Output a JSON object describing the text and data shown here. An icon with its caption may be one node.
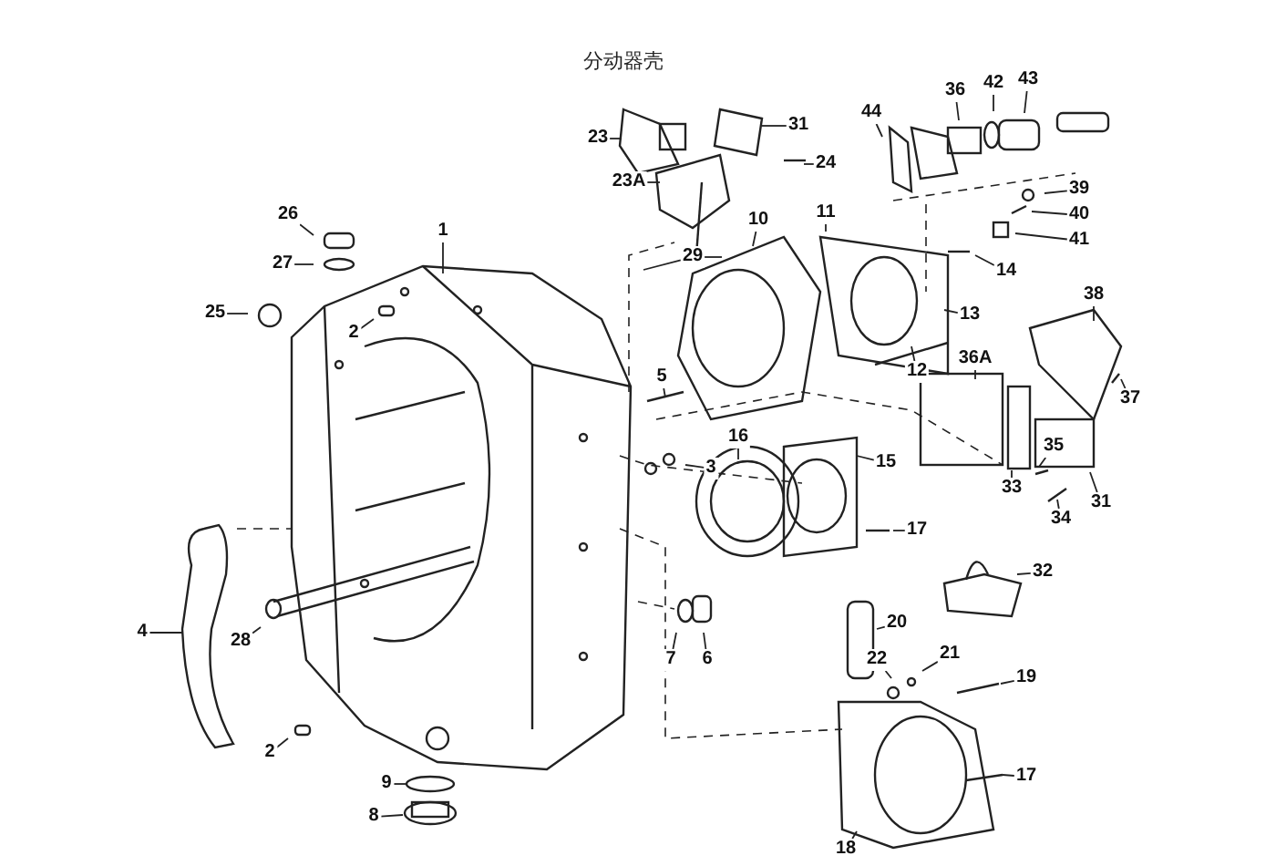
{
  "diagram": {
    "title": "分动器壳",
    "nodes": [
      {
        "text": [
          "43"
        ]
      },
      {
        "text": [
          "42"
        ]
      },
      {
        "text": [
          "36"
        ]
      },
      {
        "text": [
          "44"
        ]
      },
      {
        "text": [
          "31"
        ]
      },
      {
        "text": [
          "23"
        ]
      },
      {
        "text": [
          "24"
        ]
      },
      {
        "text": [
          "23A"
        ]
      },
      {
        "text": [
          "39"
        ]
      },
      {
        "text": [
          "40"
        ]
      },
      {
        "text": [
          "11"
        ]
      },
      {
        "text": [
          "26"
        ]
      },
      {
        "text": [
          "10"
        ]
      },
      {
        "text": [
          "41"
        ]
      },
      {
        "text": [
          "1"
        ]
      },
      {
        "text": [
          "14"
        ]
      },
      {
        "text": [
          "29"
        ]
      },
      {
        "text": [
          "27"
        ]
      },
      {
        "text": [
          "38"
        ]
      },
      {
        "text": [
          "25"
        ]
      },
      {
        "text": [
          "13"
        ]
      },
      {
        "text": [
          "2"
        ]
      },
      {
        "text": [
          "36A"
        ]
      },
      {
        "text": [
          "12"
        ]
      },
      {
        "text": [
          "5"
        ]
      },
      {
        "text": [
          "37"
        ]
      },
      {
        "text": [
          "16"
        ]
      },
      {
        "text": [
          "3"
        ]
      },
      {
        "text": [
          "15"
        ]
      },
      {
        "text": [
          "35"
        ]
      },
      {
        "text": [
          "33"
        ]
      },
      {
        "text": [
          "31"
        ]
      },
      {
        "text": [
          "34"
        ]
      },
      {
        "text": [
          "17"
        ]
      },
      {
        "text": [
          "32"
        ]
      },
      {
        "text": [
          "20"
        ]
      },
      {
        "text": [
          "28"
        ]
      },
      {
        "text": [
          "6"
        ]
      },
      {
        "text": [
          "4"
        ]
      },
      {
        "text": [
          "7"
        ]
      },
      {
        "text": [
          "21"
        ]
      },
      {
        "text": [
          "22"
        ]
      },
      {
        "text": [
          "19"
        ]
      },
      {
        "text": [
          "2"
        ]
      },
      {
        "text": [
          "17"
        ]
      },
      {
        "text": [
          "9"
        ]
      },
      {
        "text": [
          "8"
        ]
      },
      {
        "text": [
          "18"
        ]
      }
    ],
    "edges": [
      {
        "from": 0,
        "to": null,
        "arrow": "none"
      },
      {
        "from": 1,
        "to": null,
        "arrow": "none"
      },
      {
        "from": 2,
        "to": null,
        "arrow": "none"
      },
      {
        "from": 3,
        "to": null,
        "arrow": "none"
      },
      {
        "from": 4,
        "to": null,
        "arrow": "none"
      },
      {
        "from": 5,
        "to": null,
        "arrow": "none"
      },
      {
        "from": 6,
        "to": null,
        "arrow": "none"
      },
      {
        "from": 7,
        "to": null,
        "arrow": "none"
      },
      {
        "from": 8,
        "to": null,
        "arrow": "none"
      },
      {
        "from": 9,
        "to": null,
        "arrow": "none"
      },
      {
        "from": 10,
        "to": null,
        "arrow": "none"
      },
      {
        "from": 11,
        "to": null,
        "arrow": "none"
      },
      {
        "from": 12,
        "to": null,
        "arrow": "none"
      },
      {
        "from": 13,
        "to": null,
        "arrow": "none"
      },
      {
        "from": 14,
        "to": null,
        "arrow": "none"
      },
      {
        "from": 15,
        "to": null,
        "arrow": "none"
      },
      {
        "from": 16,
        "to": null,
        "arrow": "none"
      },
      {
        "from": 16,
        "to": null,
        "arrow": "none"
      },
      {
        "from": 17,
        "to": null,
        "arrow": "none"
      },
      {
        "from": 18,
        "to": null,
        "arrow": "none"
      },
      {
        "from": 19,
        "to": null,
        "arrow": "none"
      },
      {
        "from": 20,
        "to": null,
        "arrow": "none"
      },
      {
        "from": 21,
        "to": null,
        "arrow": "none"
      },
      {
        "from": 22,
        "to": null,
        "arrow": "none"
      },
      {
        "from": 23,
        "to": null,
        "arrow": "none"
      },
      {
        "from": 24,
        "to": null,
        "arrow": "none"
      },
      {
        "from": 25,
        "to": null,
        "arrow": "none"
      },
      {
        "from": 26,
        "to": null,
        "arrow": "none"
      },
      {
        "from": 27,
        "to": null,
        "arrow": "none"
      },
      {
        "from": 28,
        "to": null,
        "arrow": "none"
      },
      {
        "from": 29,
        "to": null,
        "arrow": "none"
      },
      {
        "from": 30,
        "to": null,
        "arrow": "none"
      },
      {
        "from": 31,
        "to": null,
        "arrow": "none"
      },
      {
        "from": 32,
        "to": null,
        "arrow": "none"
      },
      {
        "from": 33,
        "to": null,
        "arrow": "none"
      },
      {
        "from": 34,
        "to": null,
        "arrow": "none"
      },
      {
        "from": 35,
        "to": null,
        "arrow": "none"
      },
      {
        "from": 36,
        "to": null,
        "arrow": "none"
      },
      {
        "from": 37,
        "to": null,
        "arrow": "none"
      },
      {
        "from": 38,
        "to": null,
        "arrow": "none"
      },
      {
        "from": 39,
        "to": null,
        "arrow": "none"
      },
      {
        "from": 40,
        "to": null,
        "arrow": "none"
      },
      {
        "from": 41,
        "to": null,
        "arrow": "none"
      },
      {
        "from": 42,
        "to": null,
        "arrow": "none"
      },
      {
        "from": 43,
        "to": null,
        "arrow": "none"
      },
      {
        "from": 44,
        "to": null,
        "arrow": "none"
      },
      {
        "from": 45,
        "to": null,
        "arrow": "none"
      },
      {
        "from": 46,
        "to": null,
        "arrow": "none"
      },
      {
        "from": 47,
        "to": null,
        "arrow": "none"
      }
    ]
  }
}
